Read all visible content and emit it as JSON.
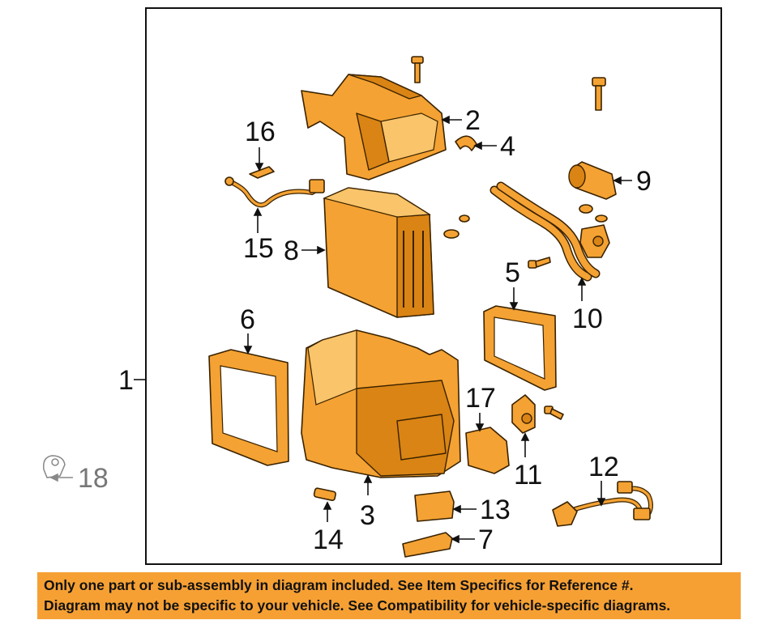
{
  "callouts": {
    "c1": "1",
    "c2": "2",
    "c3": "3",
    "c4": "4",
    "c5": "5",
    "c6": "6",
    "c7": "7",
    "c8": "8",
    "c9": "9",
    "c10": "10",
    "c11": "11",
    "c12": "12",
    "c13": "13",
    "c14": "14",
    "c15": "15",
    "c16": "16",
    "c17": "17",
    "c18": "18"
  },
  "banner": {
    "line1": "Only one part or sub-assembly in diagram included. See Item Specifics for Reference #.",
    "line2": "Diagram may not be specific to your vehicle. See Compatibility for vehicle-specific diagrams."
  },
  "colors": {
    "part_fill": "#f4a233",
    "banner_bg": "#f6a034",
    "outline": "#3a2200"
  }
}
